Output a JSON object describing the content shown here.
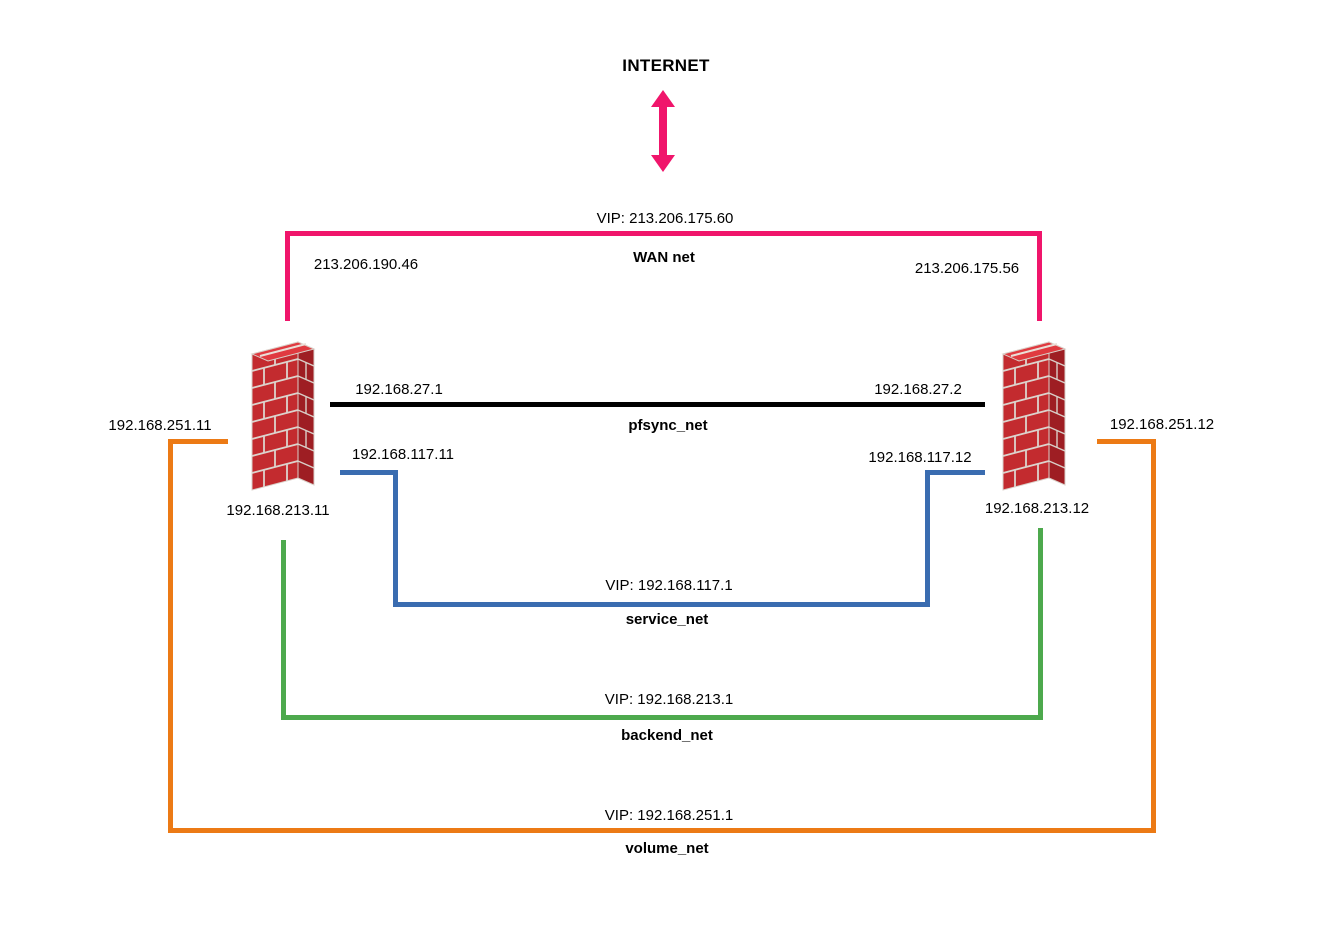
{
  "diagram": {
    "title": "firewall-ha-network-topology",
    "internet_label": "INTERNET",
    "icons": {
      "internet_arrow": "double-vertical-arrow-icon",
      "firewall_left": "firewall-brick-icon",
      "firewall_right": "firewall-brick-icon"
    },
    "networks": {
      "wan": {
        "name": "WAN net",
        "vip": "VIP: 213.206.175.60",
        "left_ip": "213.206.190.46",
        "right_ip": "213.206.175.56",
        "color": "#F0156B"
      },
      "pfsync": {
        "name": "pfsync_net",
        "left_ip": "192.168.27.1",
        "right_ip": "192.168.27.2",
        "color": "#000000"
      },
      "service": {
        "name": "service_net",
        "vip": "VIP: 192.168.117.1",
        "left_ip": "192.168.117.11",
        "right_ip": "192.168.117.12",
        "color": "#3A6CB0"
      },
      "backend": {
        "name": "backend_net",
        "vip": "VIP: 192.168.213.1",
        "left_ip": "192.168.213.11",
        "right_ip": "192.168.213.12",
        "color": "#4DA94D"
      },
      "volume": {
        "name": "volume_net",
        "vip": "VIP: 192.168.251.1",
        "left_ip": "192.168.251.11",
        "right_ip": "192.168.251.12",
        "color": "#EC7A15"
      }
    }
  }
}
